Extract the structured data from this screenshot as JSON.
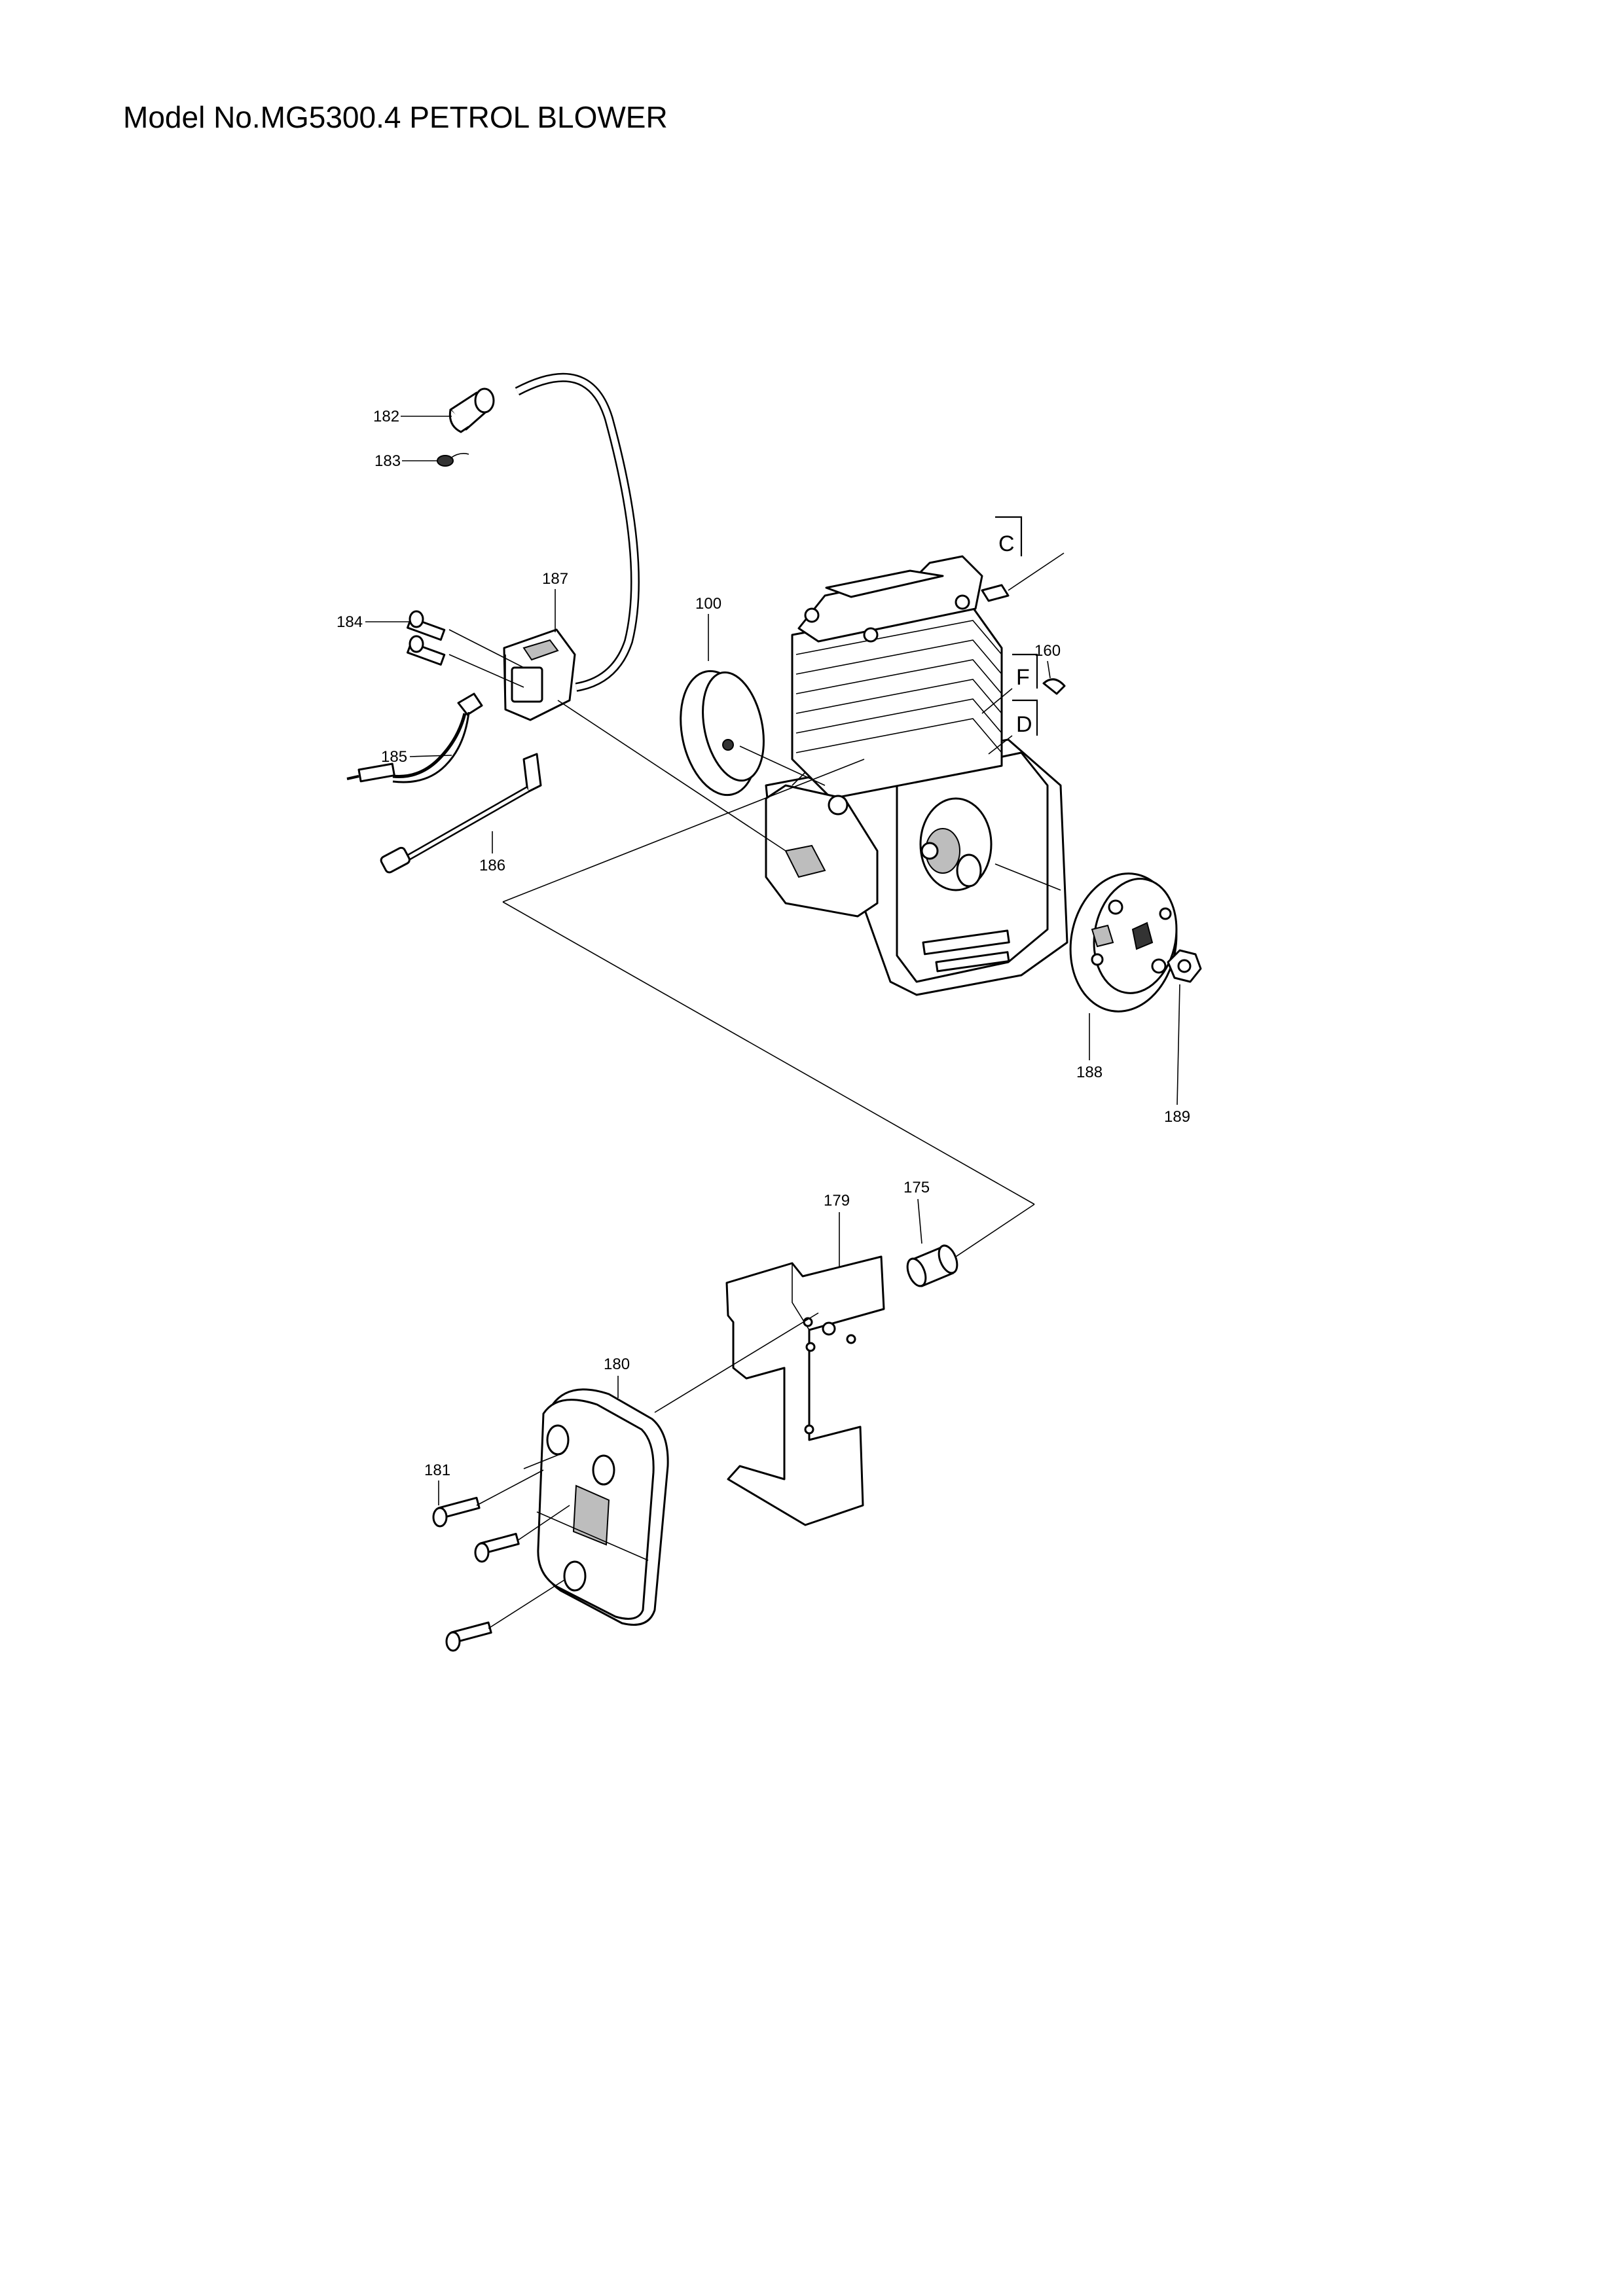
{
  "title": "Model No.MG5300.4 PETROL BLOWER",
  "parts": [
    {
      "id": "p182",
      "label": "182"
    },
    {
      "id": "p183",
      "label": "183"
    },
    {
      "id": "p187",
      "label": "187"
    },
    {
      "id": "p184",
      "label": "184"
    },
    {
      "id": "p185",
      "label": "185"
    },
    {
      "id": "p186",
      "label": "186"
    },
    {
      "id": "p100",
      "label": "100"
    },
    {
      "id": "p160",
      "label": "160"
    },
    {
      "id": "p188",
      "label": "188"
    },
    {
      "id": "p189",
      "label": "189"
    },
    {
      "id": "p179",
      "label": "179"
    },
    {
      "id": "p175",
      "label": "175"
    },
    {
      "id": "p180",
      "label": "180"
    },
    {
      "id": "p181",
      "label": "181"
    }
  ],
  "refs": [
    {
      "id": "refC",
      "label": "C"
    },
    {
      "id": "refF",
      "label": "F"
    },
    {
      "id": "refD",
      "label": "D"
    }
  ]
}
